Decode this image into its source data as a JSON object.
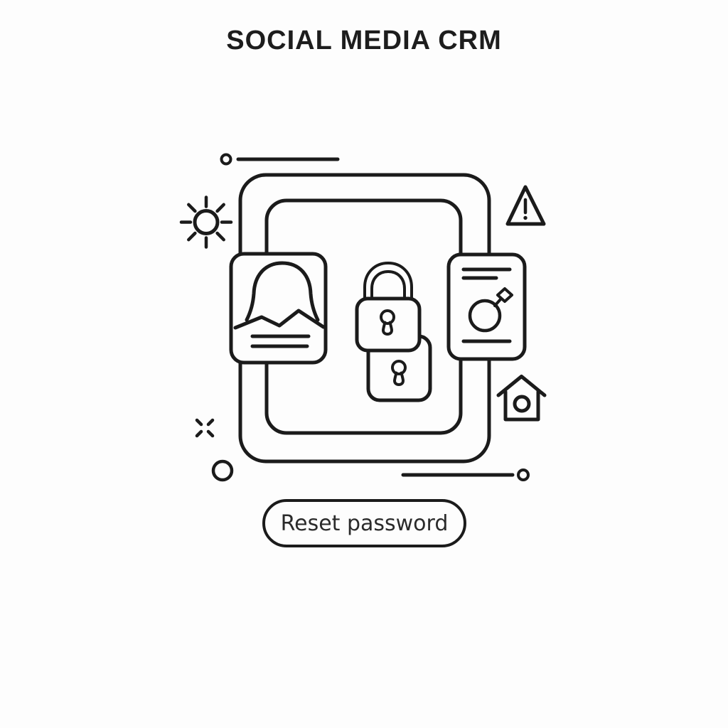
{
  "title": "SOCIAL MEDIA CRM",
  "button": {
    "label": "Reset password"
  },
  "colors": {
    "background": "#fdfdfd",
    "line": "#1b1b1b",
    "text": "#1d1d1d"
  },
  "icons": {
    "user-card-icon": "rounded card with person silhouette and two text lines",
    "padlock-top-icon": "padlock with shackle and keyhole",
    "padlock-bottom-icon": "overlapping padlock body with keyhole",
    "document-card-icon": "rounded card with text lines and circle ornament with diamond",
    "sun-icon": "sun with eight rays",
    "warning-triangle-icon": "triangle with exclamation mark",
    "home-icon": "house with round window",
    "sparkle-x-icon": "four-dash cross sparkle",
    "dot-line-top-icon": "small circle followed by horizontal line",
    "line-dot-bottom-icon": "horizontal line ending in small circle",
    "dot-circle-icon": "small outlined circle"
  }
}
